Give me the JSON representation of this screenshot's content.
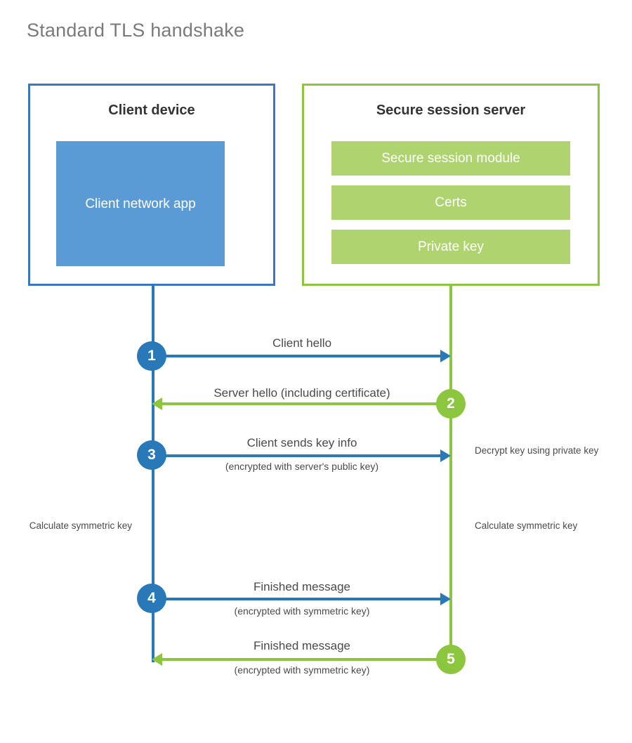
{
  "title": "Standard TLS handshake",
  "colors": {
    "client_border": "#3b78c0",
    "client_fill": "#5b9bd5",
    "server_border": "#8cc63f",
    "server_fill": "#aed36f",
    "blue_accent": "#2979b9",
    "green_accent": "#8cc63f",
    "title_text": "#7a7a7a",
    "body_text": "#4a4a4a"
  },
  "client_panel": {
    "title": "Client device",
    "app_label": "Client network app"
  },
  "server_panel": {
    "title": "Secure session server",
    "bars": [
      {
        "label": "Secure session module"
      },
      {
        "label": "Certs"
      },
      {
        "label": "Private key"
      }
    ]
  },
  "steps": [
    {
      "number": "1",
      "main_label": "Client hello",
      "sub_label": "",
      "direction": "client-to-server",
      "color": "blue"
    },
    {
      "number": "2",
      "main_label": "Server hello (including certificate)",
      "sub_label": "",
      "direction": "server-to-client",
      "color": "green"
    },
    {
      "number": "3",
      "main_label": "Client sends key info",
      "sub_label": "(encrypted with server's public key)",
      "direction": "client-to-server",
      "color": "blue"
    },
    {
      "number": "4",
      "main_label": "Finished message",
      "sub_label": "(encrypted with symmetric key)",
      "direction": "client-to-server",
      "color": "blue"
    },
    {
      "number": "5",
      "main_label": "Finished message",
      "sub_label": "(encrypted with symmetric key)",
      "direction": "server-to-client",
      "color": "green"
    }
  ],
  "annotations": {
    "server_decrypt": "Decrypt key using private key",
    "client_calculate": "Calculate symmetric key",
    "server_calculate": "Calculate symmetric key"
  }
}
